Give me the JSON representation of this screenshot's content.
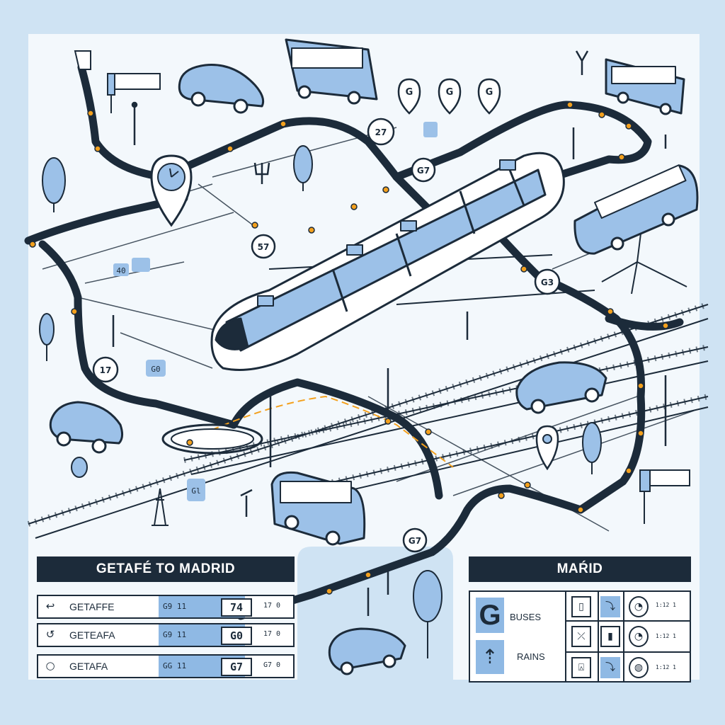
{
  "map": {
    "stop_labels": [
      "27",
      "G7",
      "57",
      "G3",
      "17",
      "G7"
    ],
    "badges": [
      "G",
      "G",
      "G"
    ],
    "small_tags": [
      "40",
      "G0",
      "Gl"
    ],
    "colors": {
      "route": "#1c2b3a",
      "accent": "#8fb9e4",
      "vehicle": "#9cc1e8",
      "stop_dot": "#f3a01d",
      "background": "#cfe3f3",
      "map_bg": "#f3f8fc"
    }
  },
  "left_panel": {
    "title": "GETAFÉ TO MADRID",
    "rows": [
      {
        "icon": "gaffe-icon",
        "glyph": "↩",
        "name": "GETAFFE",
        "code": "G9 11",
        "num": "74",
        "time": "17 0"
      },
      {
        "icon": "return-icon",
        "glyph": "↺",
        "name": "GETEAFA",
        "code": "G9 11",
        "num": "G0",
        "time": "17 0"
      },
      {
        "icon": "circle-icon",
        "glyph": "○",
        "name": "GETAFA",
        "code": "GG 11",
        "num": "G7",
        "time": "G7 0"
      }
    ]
  },
  "right_panel": {
    "title": "MAŔID",
    "big_letter": "G",
    "buses_label": "BUSES",
    "trains_label": "RAINS",
    "grid": [
      {
        "icon_a": "bus-stop-icon",
        "a": "▯",
        "icon_b": "route-icon",
        "b": "⤵",
        "icon_c": "clock-icon",
        "c": "◔",
        "note": "1:12 1"
      },
      {
        "icon_a": "tracks-icon",
        "a": "⤫",
        "icon_b": "door-icon",
        "b": "▮",
        "icon_c": "clock-icon",
        "c": "◔",
        "note": "1:12 1"
      },
      {
        "icon_a": "train-icon",
        "a": "⍓",
        "icon_b": "route-icon",
        "b": "⤵",
        "icon_c": "timer-icon",
        "c": "◍",
        "note": "1:12 1"
      }
    ]
  }
}
